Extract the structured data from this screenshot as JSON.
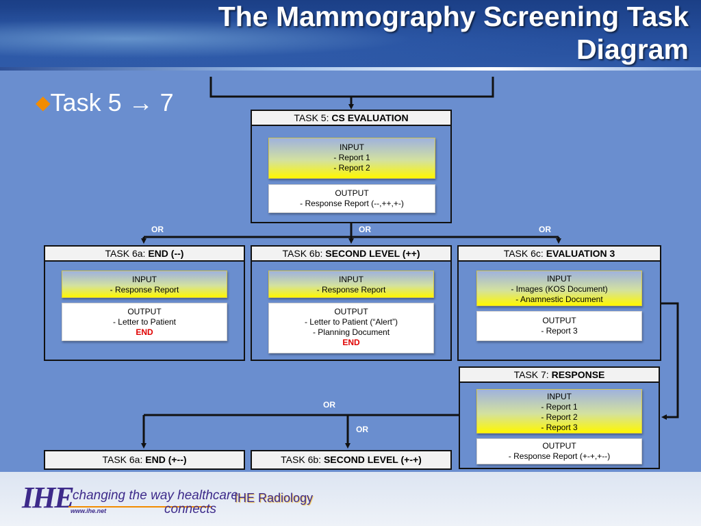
{
  "slide": {
    "title_line1": "The Mammography Screening Task",
    "title_line2": "Diagram",
    "bullet": "Task 5 → 7"
  },
  "or_label": "OR",
  "tasks": {
    "task5": {
      "prefix": "TASK 5: ",
      "name": "CS EVALUATION",
      "input": [
        "INPUT",
        "- Report 1",
        "- Report 2"
      ],
      "output": [
        "OUTPUT",
        "- Response Report (--,++,+-)"
      ]
    },
    "task6a": {
      "prefix": "TASK 6a: ",
      "name": "END (--)",
      "input": [
        "INPUT",
        "- Response Report"
      ],
      "output": [
        "OUTPUT",
        "- Letter to Patient"
      ],
      "end": "END"
    },
    "task6b": {
      "prefix": "TASK 6b: ",
      "name": "SECOND LEVEL (++)",
      "input": [
        "INPUT",
        "- Response Report"
      ],
      "output": [
        "OUTPUT",
        "- Letter to Patient (“Alert”)",
        "- Planning Document"
      ],
      "end": "END"
    },
    "task6c": {
      "prefix": "TASK 6c: ",
      "name": "EVALUATION 3",
      "input": [
        "INPUT",
        "- Images (KOS Document)",
        "- Anamnestic Document"
      ],
      "output": [
        "OUTPUT",
        "- Report 3"
      ]
    },
    "task7": {
      "prefix": "TASK 7: ",
      "name": "RESPONSE",
      "input": [
        "INPUT",
        "- Report 1",
        "- Report 2",
        "- Report 3"
      ],
      "output": [
        "OUTPUT",
        "- Response Report (+-+,+--)"
      ]
    },
    "task6a_bottom": {
      "prefix": "TASK 6a: ",
      "name": "END (+--)"
    },
    "task6b_bottom": {
      "prefix": "TASK 6b: ",
      "name": "SECOND LEVEL (+-+)"
    }
  },
  "footer": {
    "logo_text": "IHE",
    "tagline_1": "changing the way healthcare",
    "tagline_2": "connects",
    "url": "www.ihe.net",
    "radiology": "IHE Radiology"
  }
}
